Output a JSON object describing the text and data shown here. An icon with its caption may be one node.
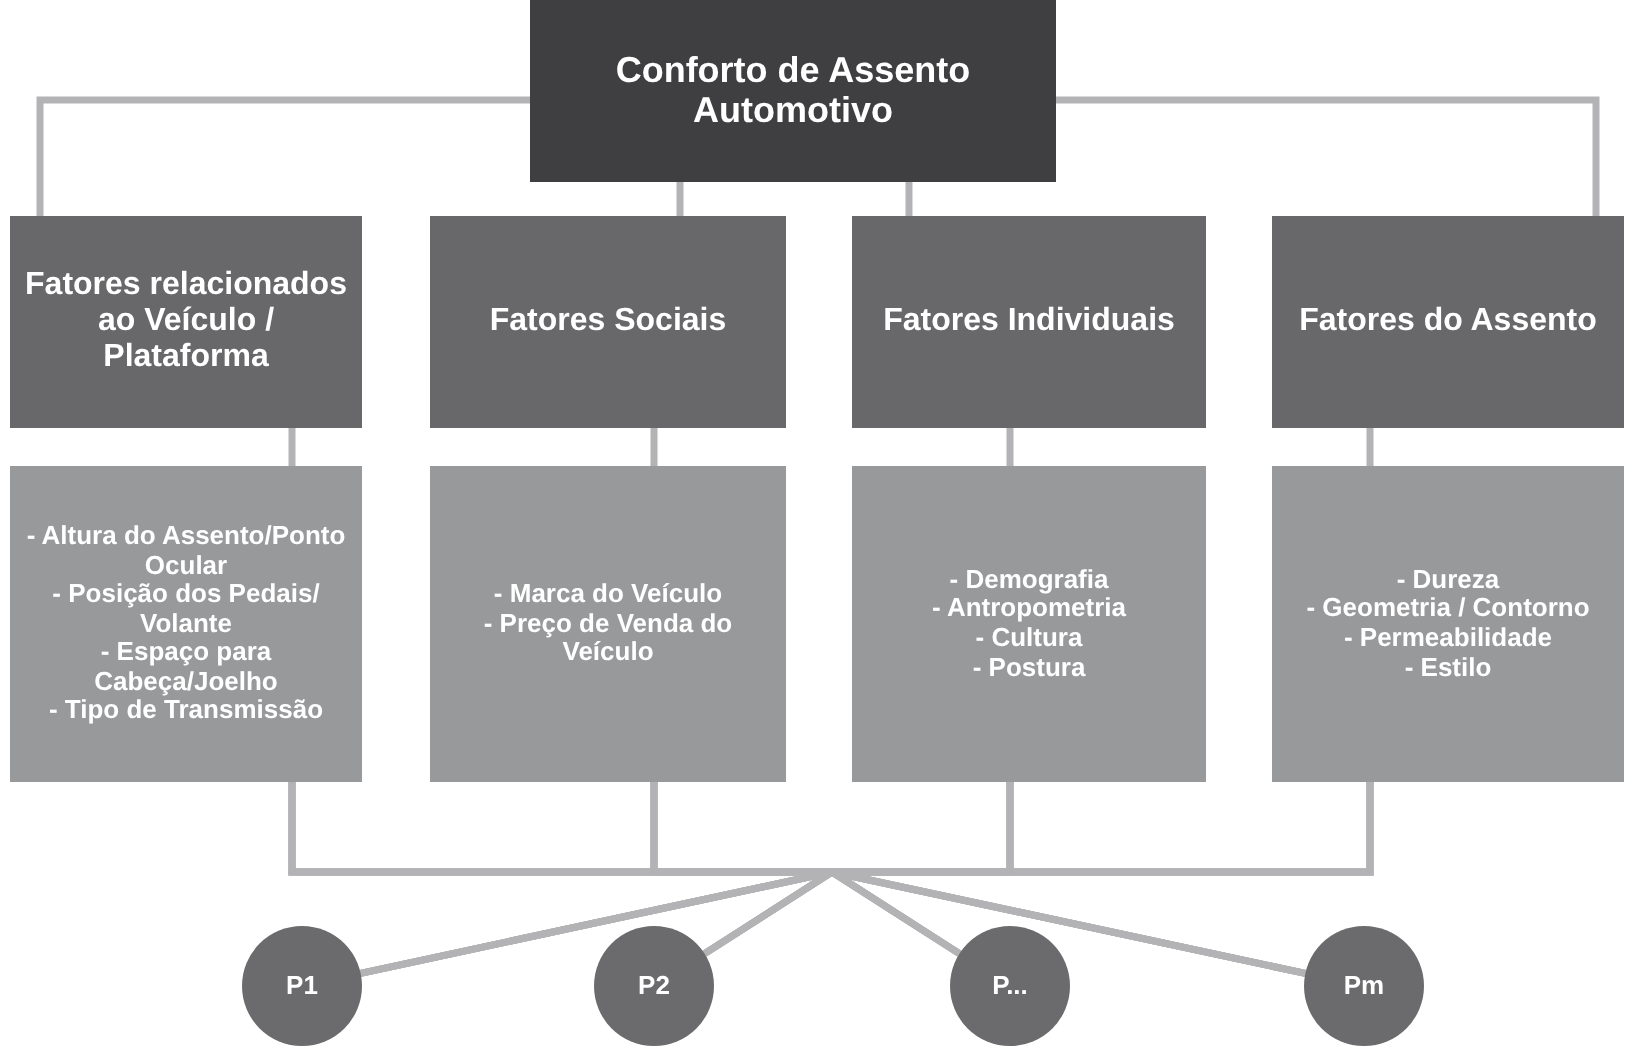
{
  "diagram": {
    "nodes": [
      {
        "text": [
          "Conforto de Assento Automotivo"
        ]
      },
      {
        "text": [
          "Fatores relacionados ao Veículo / Plataforma"
        ]
      },
      {
        "text": [
          "Fatores Sociais"
        ]
      },
      {
        "text": [
          "Fatores Individuais"
        ]
      },
      {
        "text": [
          "Fatores do Assento"
        ]
      },
      {
        "text": [
          "- Altura do Assento/Ponto Ocular",
          "- Posição dos Pedais/ Volante",
          "- Espaço para Cabeça/Joelho",
          "- Tipo de Transmissão"
        ]
      },
      {
        "text": [
          "- Marca do Veículo",
          "- Preço de Venda do Veículo"
        ]
      },
      {
        "text": [
          "- Demografia",
          "- Antropometria",
          "- Cultura",
          "- Postura"
        ]
      },
      {
        "text": [
          "- Dureza",
          "- Geometria / Contorno",
          "- Permeabilidade",
          "- Estilo"
        ]
      },
      {
        "text": [
          "P1"
        ]
      },
      {
        "text": [
          "P2"
        ]
      },
      {
        "text": [
          "P..."
        ]
      },
      {
        "text": [
          "Pm"
        ]
      }
    ],
    "edges": [
      {
        "from": 0,
        "to": 1,
        "arrow": "none"
      },
      {
        "from": 0,
        "to": 2,
        "arrow": "none"
      },
      {
        "from": 0,
        "to": 3,
        "arrow": "none"
      },
      {
        "from": 0,
        "to": 4,
        "arrow": "none"
      },
      {
        "from": 1,
        "to": 5,
        "arrow": "none"
      },
      {
        "from": 2,
        "to": 6,
        "arrow": "none"
      },
      {
        "from": 3,
        "to": 7,
        "arrow": "none"
      },
      {
        "from": 4,
        "to": 8,
        "arrow": "none"
      },
      {
        "from": 5,
        "to": 9,
        "arrow": "none"
      },
      {
        "from": 5,
        "to": 10,
        "arrow": "none"
      },
      {
        "from": 5,
        "to": 11,
        "arrow": "none"
      },
      {
        "from": 5,
        "to": 12,
        "arrow": "none"
      },
      {
        "from": 6,
        "to": 9,
        "arrow": "none"
      },
      {
        "from": 6,
        "to": 10,
        "arrow": "none"
      },
      {
        "from": 6,
        "to": 11,
        "arrow": "none"
      },
      {
        "from": 6,
        "to": 12,
        "arrow": "none"
      },
      {
        "from": 7,
        "to": 9,
        "arrow": "none"
      },
      {
        "from": 7,
        "to": 10,
        "arrow": "none"
      },
      {
        "from": 7,
        "to": 11,
        "arrow": "none"
      },
      {
        "from": 7,
        "to": 12,
        "arrow": "none"
      },
      {
        "from": 8,
        "to": 9,
        "arrow": "none"
      },
      {
        "from": 8,
        "to": 10,
        "arrow": "none"
      },
      {
        "from": 8,
        "to": 11,
        "arrow": "none"
      },
      {
        "from": 8,
        "to": 12,
        "arrow": "none"
      }
    ]
  }
}
